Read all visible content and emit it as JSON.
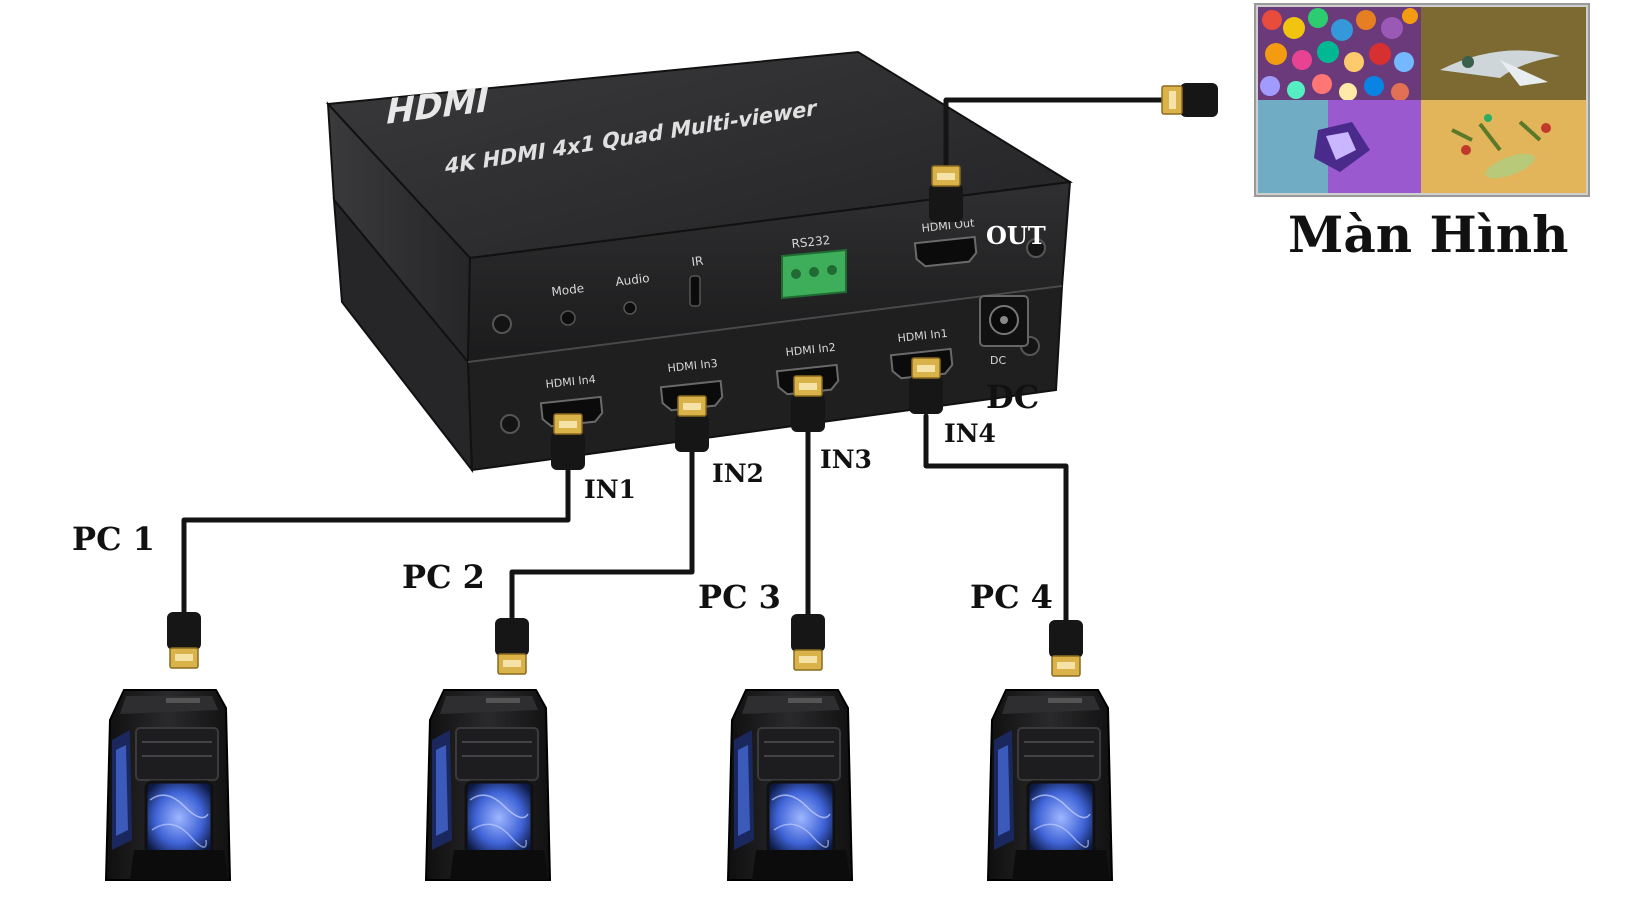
{
  "device": {
    "logo": "HDMI",
    "title": "4K HDMI 4x1 Quad Multi-viewer",
    "rear_labels": {
      "mode": "Mode",
      "audio": "Audio",
      "ir": "IR",
      "rs232": "RS232",
      "hdmi_out": "HDMI Out",
      "dc": "DC",
      "in1": "HDMI In1",
      "in2": "HDMI In2",
      "in3": "HDMI In3",
      "in4": "HDMI In4"
    }
  },
  "labels": {
    "out": "OUT",
    "dc": "DC",
    "in1": "IN1",
    "in2": "IN2",
    "in3": "IN3",
    "in4": "IN4"
  },
  "monitor": {
    "caption": "Màn Hình"
  },
  "pcs": [
    "PC 1",
    "PC 2",
    "PC 3",
    "PC 4"
  ],
  "colors": {
    "device_body": "#2c2c2e",
    "cable": "#141414",
    "hdmi_gold": "#d9b24a",
    "terminal_green": "#3fae5a",
    "case_led": "#3f63d6"
  }
}
